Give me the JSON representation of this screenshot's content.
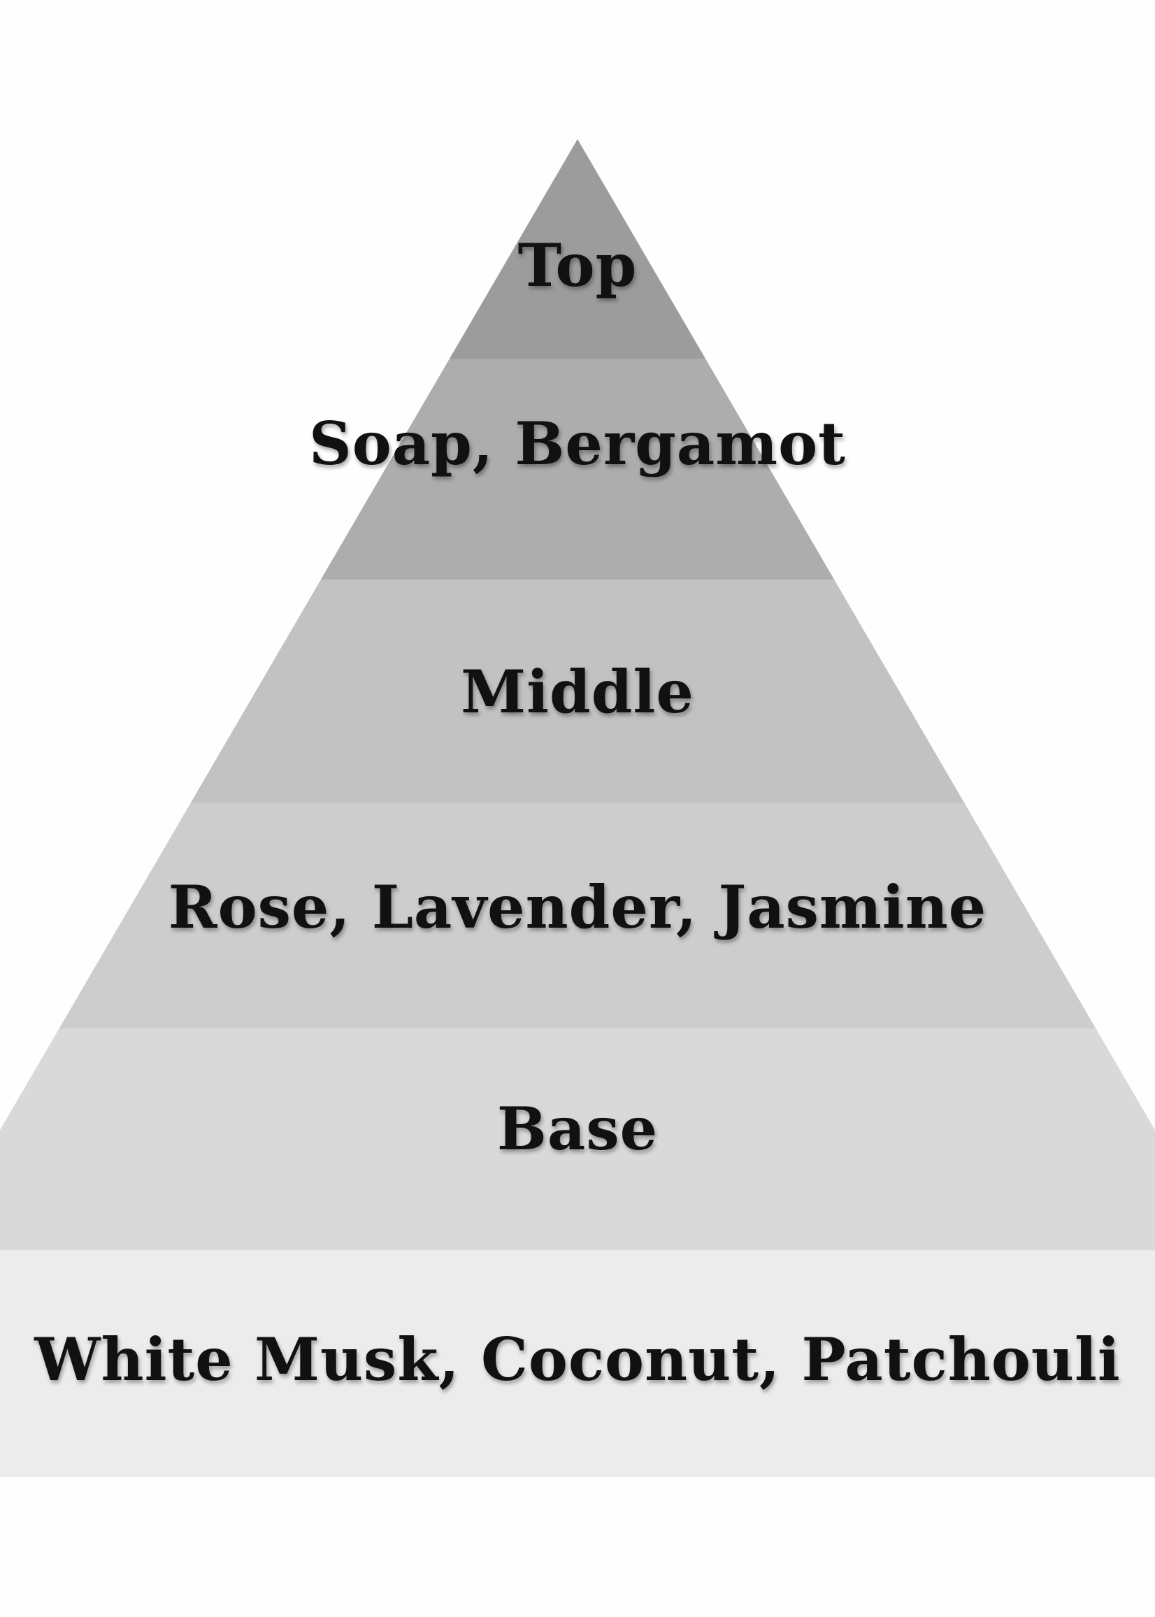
{
  "pyramid": {
    "levels": [
      {
        "label": "Top",
        "color": "#9c9c9c"
      },
      {
        "label": "Soap, Bergamot",
        "color": "#adadad"
      },
      {
        "label": "Middle",
        "color": "#c2c2c2"
      },
      {
        "label": "Rose, Lavender, Jasmine",
        "color": "#cdcdcd"
      },
      {
        "label": "Base",
        "color": "#d9d9d9"
      },
      {
        "label": "White Musk, Coconut, Patchouli",
        "color": "#ececec"
      }
    ]
  }
}
